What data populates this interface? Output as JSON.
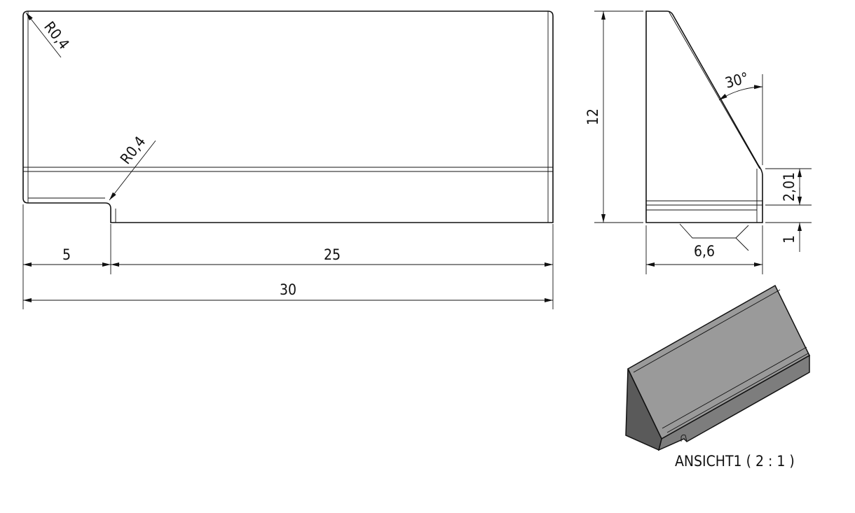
{
  "front_view": {
    "dim_total": "30",
    "dim_left": "5",
    "dim_right": "25",
    "radius_top": "R0,4",
    "radius_notch": "R0,4"
  },
  "side_view": {
    "dim_height": "12",
    "dim_angle": "30°",
    "dim_step": "2,01",
    "dim_base": "1",
    "dim_width": "6,6"
  },
  "iso_view": {
    "caption": "ANSICHT1 ( 2 : 1 )"
  },
  "colors": {
    "line": "#111111",
    "face_top": "#9a9a9a",
    "face_front": "#7d7d7d",
    "face_side": "#5a5a5a"
  }
}
